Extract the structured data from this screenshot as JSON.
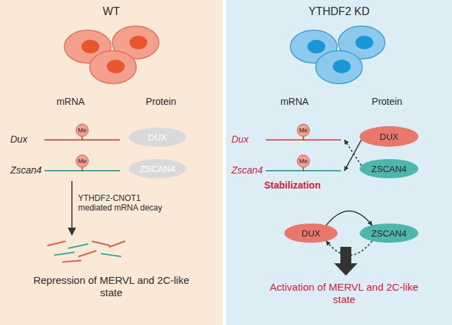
{
  "diagram": {
    "nodes": [
      {
        "text": [
          "WT"
        ]
      },
      {
        "text": [
          "Dux"
        ],
        "in": 0
      },
      {
        "text": [
          "Me"
        ],
        "in": 1
      },
      {
        "text": [
          "Zscan4"
        ],
        "in": 0
      },
      {
        "text": [
          "Me"
        ],
        "in": 3
      },
      {
        "text": [
          "DUX"
        ],
        "in": 0
      },
      {
        "text": [
          "ZSCAN4"
        ],
        "in": 0
      },
      {
        "text": [
          "YTHDF2 KD"
        ]
      },
      {
        "text": [
          "Dux"
        ],
        "in": 7
      },
      {
        "text": [
          "Me"
        ],
        "in": 8
      },
      {
        "text": [
          "Zscan4"
        ],
        "in": 7
      },
      {
        "text": [
          "Me"
        ],
        "in": 10
      },
      {
        "text": [
          "DUX"
        ],
        "in": 7
      },
      {
        "text": [
          "ZSCAN4"
        ],
        "in": 7
      },
      {
        "text": [
          "DUX"
        ],
        "in": 7
      },
      {
        "text": [
          "ZSCAN4"
        ],
        "in": 7
      }
    ],
    "edges": [
      {
        "from": 12,
        "to": 10,
        "arrow": "to"
      },
      {
        "from": 13,
        "to": 8,
        "arrow": "to"
      },
      {
        "from": 14,
        "to": 15,
        "arrow": "to"
      },
      {
        "from": 15,
        "to": 14,
        "arrow": "to"
      }
    ],
    "labels": [
      "mRNA",
      "Protein",
      "YTHDF2-CNOT1 mediated mRNA decay",
      "Repression of MERVL and 2C-like state",
      "mRNA",
      "Protein",
      "Stabilization",
      "Activation of MERVL and 2C-like state"
    ]
  }
}
